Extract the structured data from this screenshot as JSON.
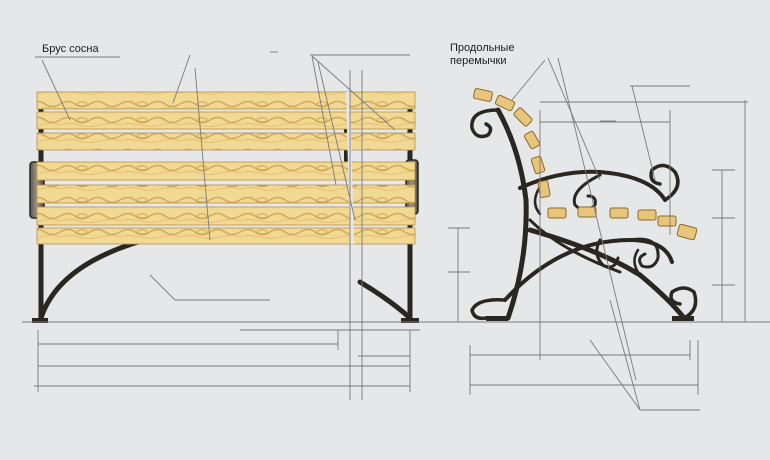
{
  "labels": {
    "pine_beam": "Брус сосна",
    "longitudinal_line1": "Продольные",
    "longitudinal_line2": "перемычки"
  },
  "colors": {
    "wood_light": "#f3dd9c",
    "wood_dark": "#d9b25f",
    "metal": "#2a2620",
    "dimension": "#7a7a7a",
    "background": "#e6e7e9"
  }
}
